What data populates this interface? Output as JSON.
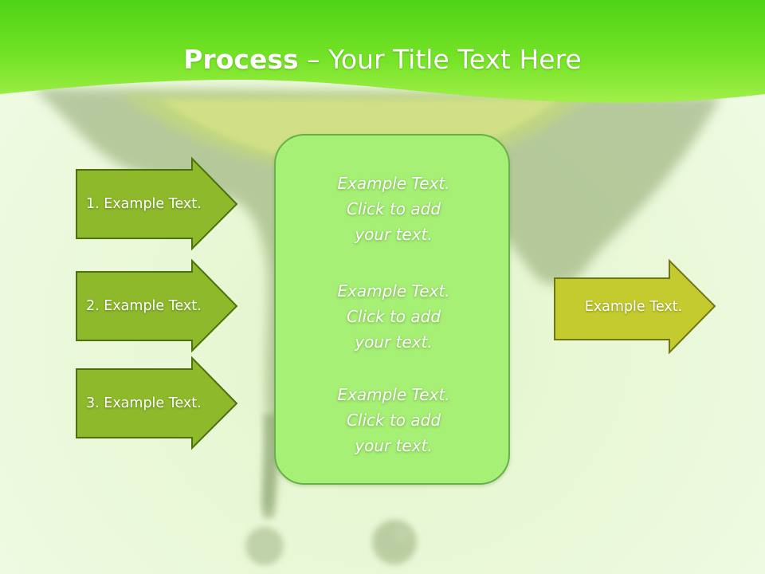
{
  "title": {
    "strong": "Process",
    "rest": " – Your Title Text Here"
  },
  "colors": {
    "header_green": "#6fe31f",
    "arrow_fill": "#8db92b",
    "arrow_border": "#4f6e10",
    "output_arrow_fill": "#c3cb2e",
    "output_arrow_border": "#6f7614",
    "center_fill": "#a6f075",
    "center_border": "#67b04b"
  },
  "inputs": [
    {
      "label": "1. Example Text."
    },
    {
      "label": "2. Example Text."
    },
    {
      "label": "3. Example Text."
    }
  ],
  "center": {
    "blocks": [
      {
        "lines": [
          "Example Text.",
          "Click  to add",
          "your text."
        ]
      },
      {
        "lines": [
          "Example Text.",
          "Click  to add",
          "your text."
        ]
      },
      {
        "lines": [
          "Example Text.",
          "Click  to add",
          "your text."
        ]
      }
    ]
  },
  "output": {
    "label": "Example Text."
  }
}
